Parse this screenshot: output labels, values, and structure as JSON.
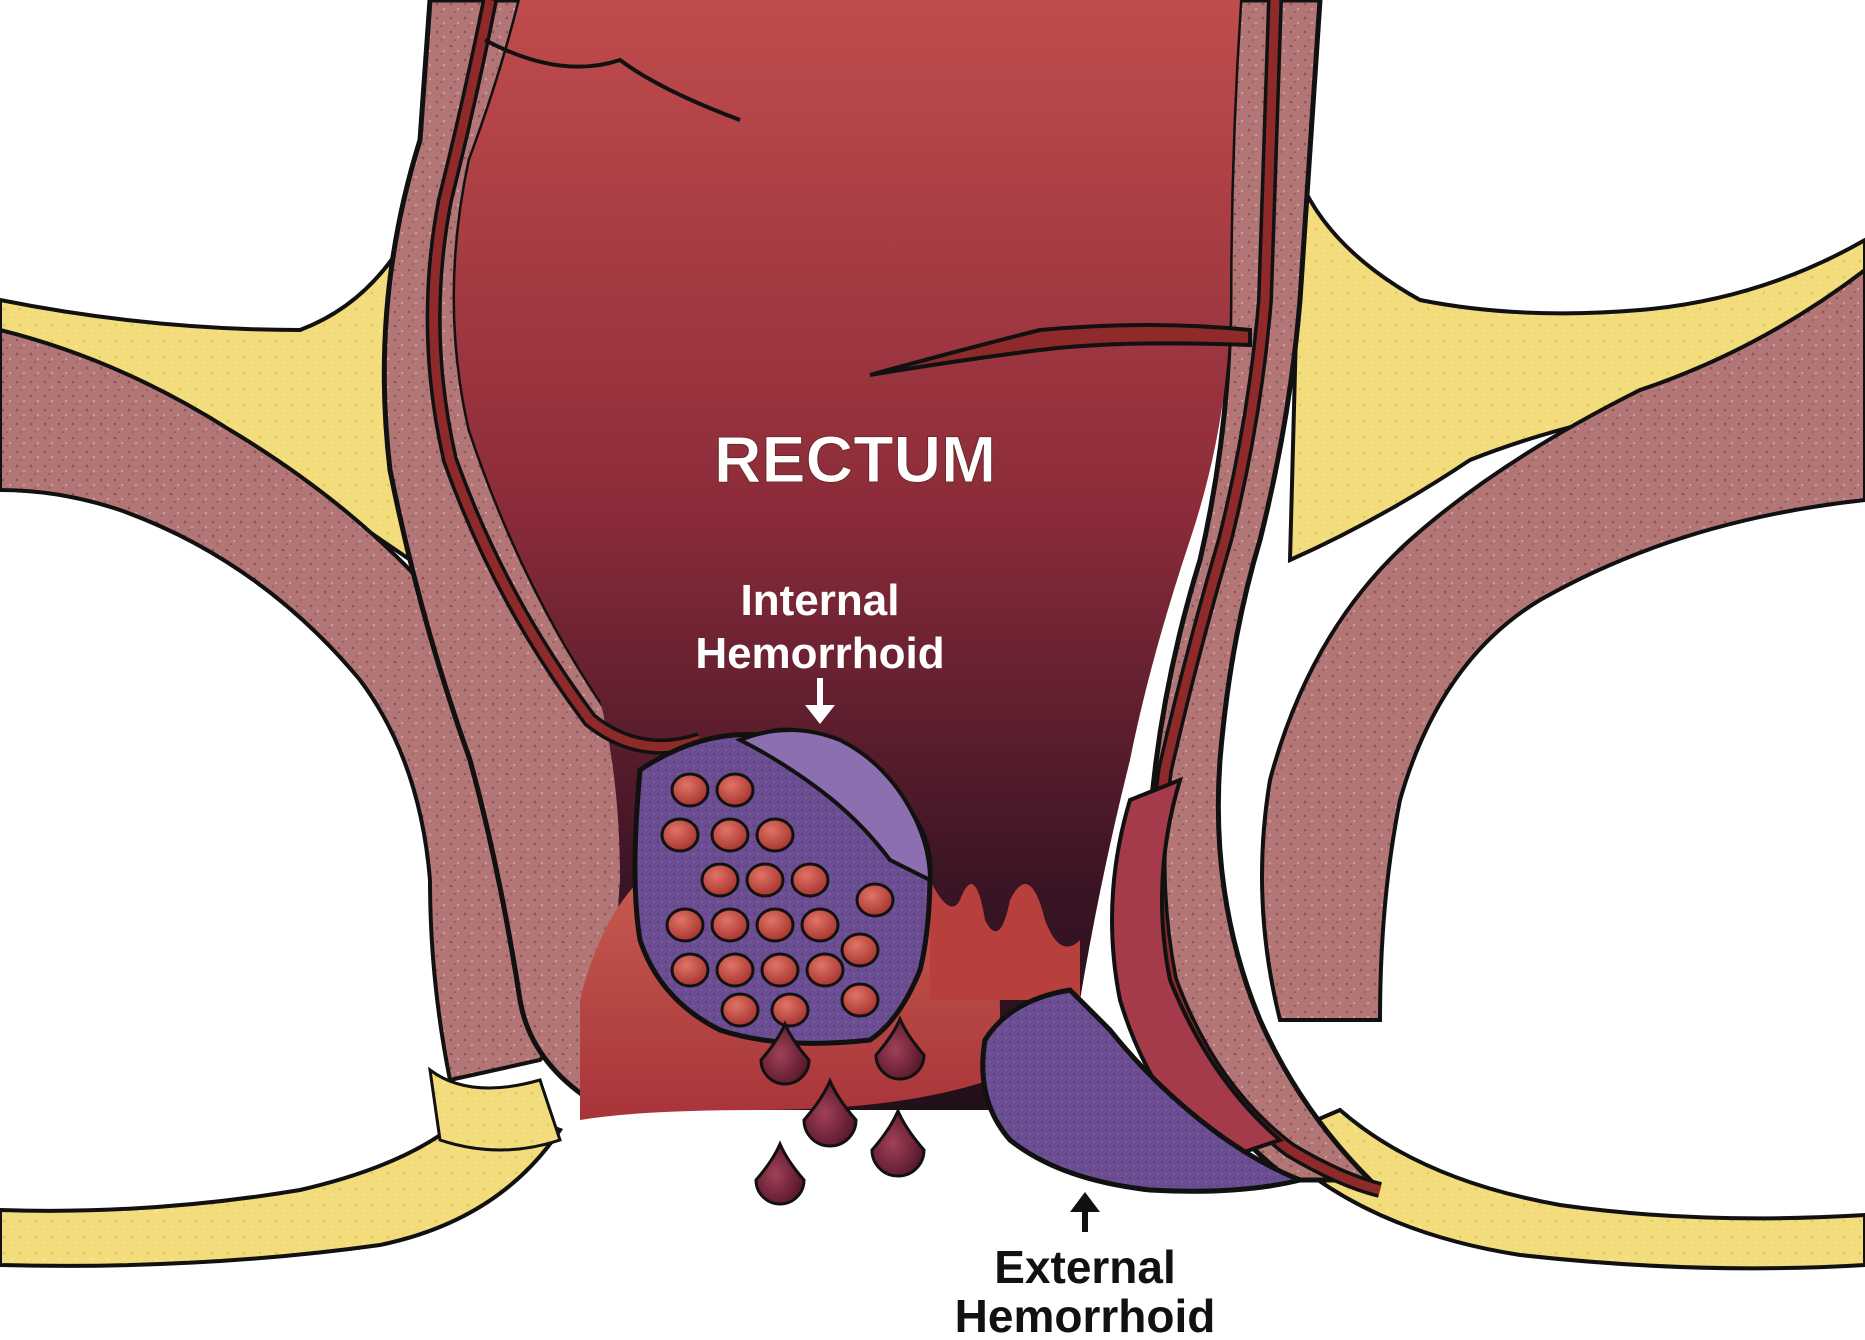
{
  "labels": {
    "rectum": "RECTUM",
    "internal_line1": "Internal",
    "internal_line2": "Hemorrhoid",
    "external_line1": "External",
    "external_line2": "Hemorrhoid"
  },
  "colors": {
    "background": "#ffffff",
    "fat": "#f1dc7a",
    "muscle": "#c98a8a",
    "wall_outer": "#b27272",
    "mucosa": "#8e2a2a",
    "lumen_top": "#bd4a4a",
    "lumen_bottom": "#2a0f1a",
    "hemorrhoid": "#6e4f94",
    "hemorrhoid_light": "#8c6fb0",
    "vessel": "#c8453c",
    "blood": "#7a2030",
    "outline": "#111111",
    "label_light": "#ffffff",
    "label_dark": "#111111"
  },
  "icons": {
    "internal_arrow": "arrow-down-icon",
    "external_arrow": "arrow-up-icon"
  }
}
